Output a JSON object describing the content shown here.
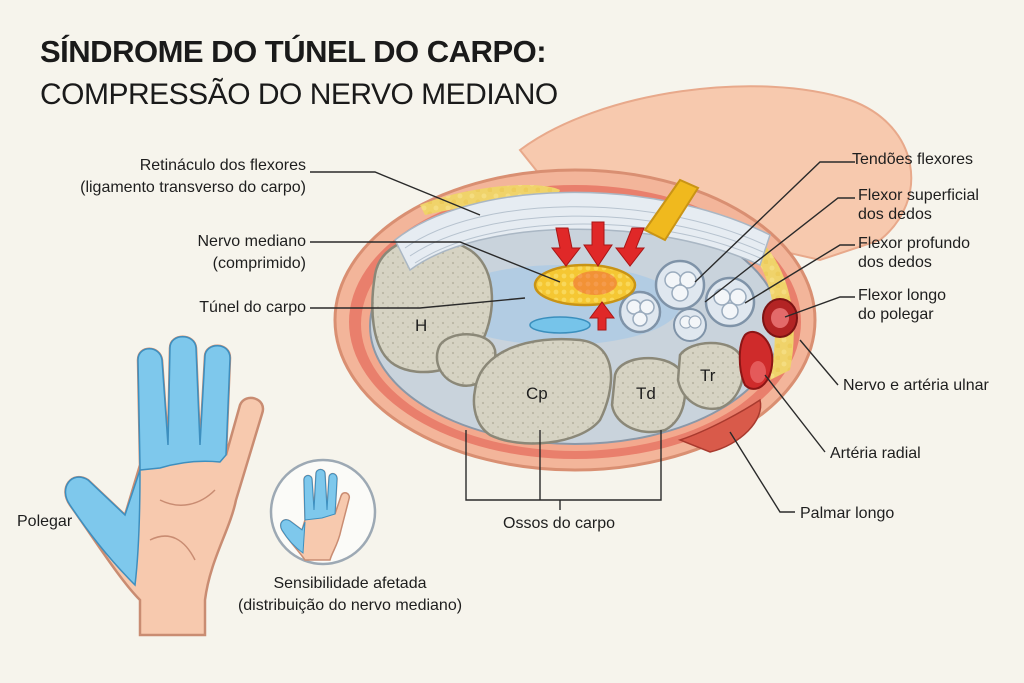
{
  "title": {
    "line1": "SÍNDROME DO TÚNEL DO CARPO:",
    "line2": "COMPRESSÃO DO NERVO MEDIANO"
  },
  "labels": {
    "retinaculo": "Retináculo dos flexores",
    "retinaculo_sub": "(ligamento transverso do carpo)",
    "nervo_mediano": "Nervo mediano",
    "nervo_mediano_sub": "(comprimido)",
    "tunel": "Túnel do carpo",
    "tendoes": "Tendões flexores",
    "flexor_superficial_1": "Flexor superficial",
    "flexor_superficial_2": "dos dedos",
    "flexor_profundo_1": "Flexor profundo",
    "flexor_profundo_2": "dos dedos",
    "flexor_longo_1": "Flexor longo",
    "flexor_longo_2": "do polegar",
    "nervo_ulnar": "Nervo e artéria ulnar",
    "arteria_radial": "Artéria radial",
    "palmar_longo": "Palmar longo",
    "ossos": "Ossos do carpo",
    "polegar": "Polegar",
    "sensibilidade": "Sensibilidade afetada",
    "sensibilidade_sub": "(distribuição do nervo mediano)"
  },
  "bones": {
    "h": "H",
    "cp": "Cp",
    "td": "Td",
    "tr": "Tr"
  },
  "colors": {
    "affected_area": "#7ec8ec",
    "nerve": "#f2c232",
    "compression_arrows": "#e02828",
    "artery": "#c83030",
    "bone": "#d4d2c2",
    "skin": "#f6c3a6"
  }
}
